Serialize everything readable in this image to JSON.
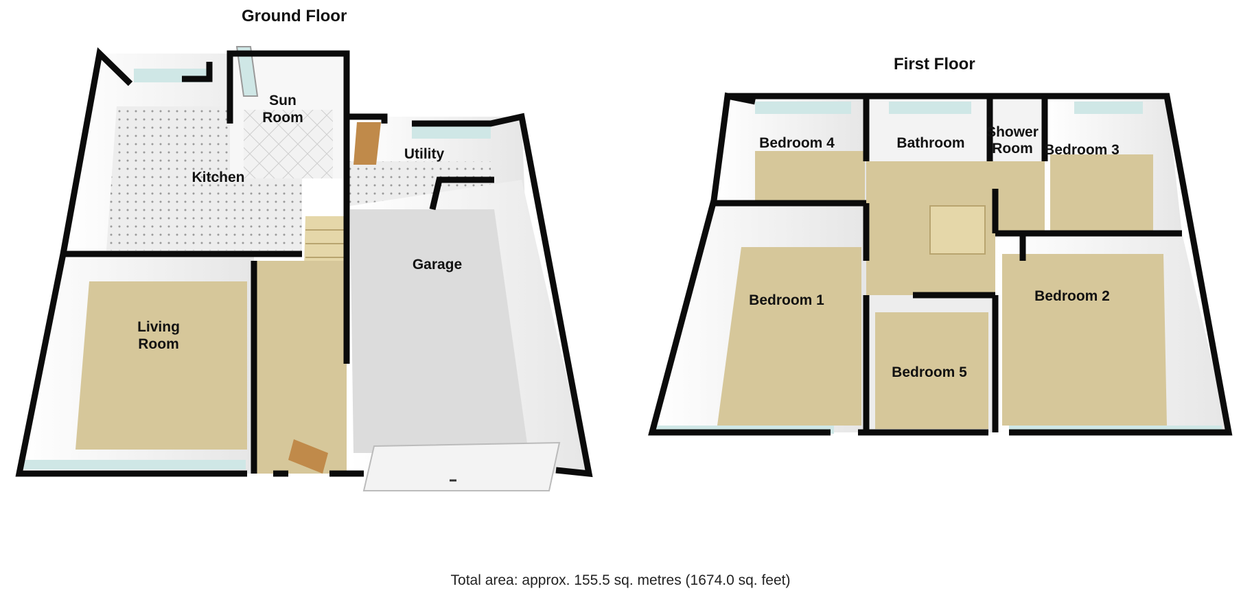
{
  "floors": {
    "ground": {
      "title": "Ground Floor"
    },
    "first": {
      "title": "First Floor"
    }
  },
  "rooms": {
    "sun_room": [
      "Sun",
      "Room"
    ],
    "kitchen": "Kitchen",
    "utility": "Utility",
    "garage": "Garage",
    "living_room": [
      "Living",
      "Room"
    ],
    "bedroom_4": "Bedroom 4",
    "bathroom": "Bathroom",
    "shower_room": [
      "Shower",
      "Room"
    ],
    "bedroom_3": "Bedroom 3",
    "bedroom_1": "Bedroom 1",
    "bedroom_2": "Bedroom 2",
    "bedroom_5": "Bedroom 5"
  },
  "footer": {
    "total_area": "Total area: approx. 155.5 sq. metres (1674.0 sq. feet)"
  },
  "colors": {
    "wall": "#0b0b0b",
    "wall_inner": "#f4f4f4",
    "carpet": "#d6c79a",
    "tile": "#e9e9e9",
    "garage_floor": "#dcdcdc",
    "window": "#cfe7e6",
    "door_wood": "#c08a4a"
  }
}
